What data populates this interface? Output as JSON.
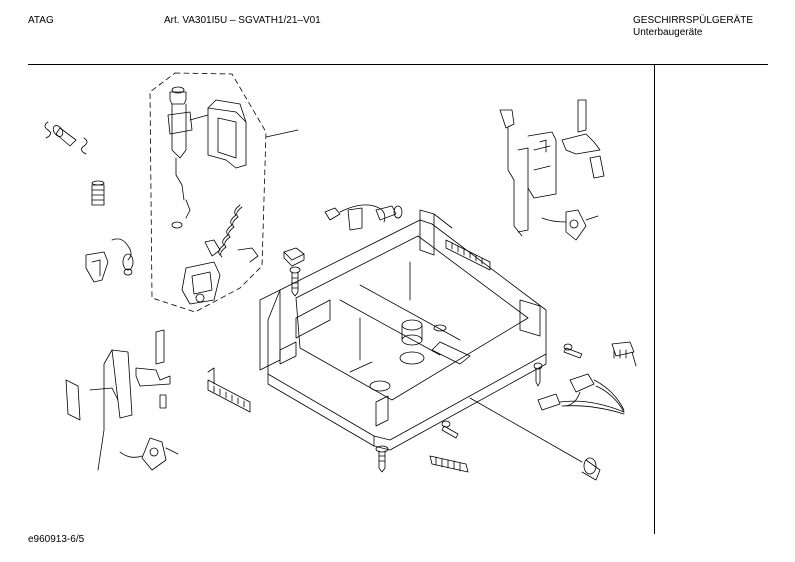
{
  "header": {
    "brand": "ATAG",
    "article": "Art. VA301I5U – SGVATH1/21–V01",
    "category": "GESCHIRRSPÜLGERÄTE",
    "subcategory": "Unterbaugeräte"
  },
  "footer": {
    "drawing_id": "e960913-6/5"
  }
}
